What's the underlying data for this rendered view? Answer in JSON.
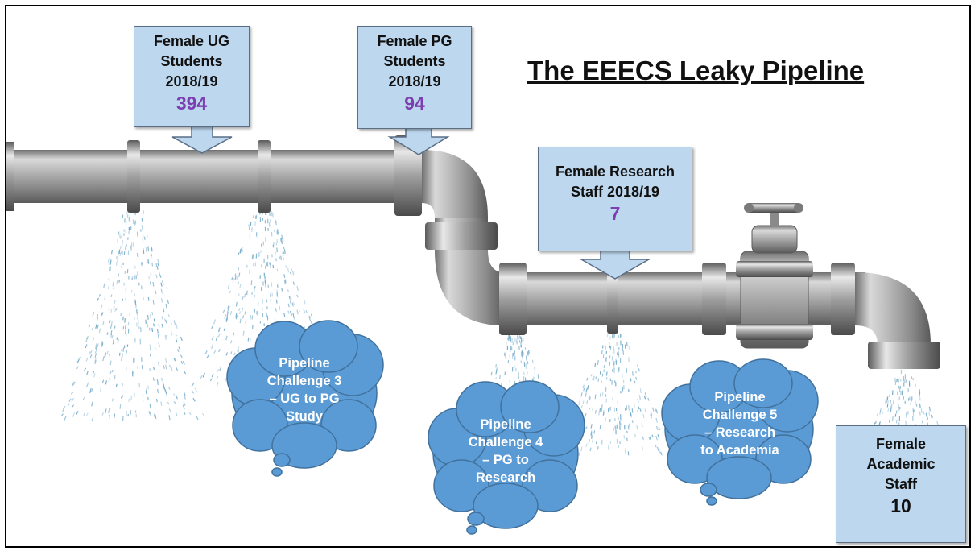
{
  "title": "The EEECS Leaky Pipeline",
  "stages": {
    "ug": {
      "line1": "Female UG",
      "line2": "Students",
      "line3": "2018/19",
      "value": "394"
    },
    "pg": {
      "line1": "Female PG",
      "line2": "Students",
      "line3": "2018/19",
      "value": "94"
    },
    "research": {
      "line1": "Female Research",
      "line2": "Staff 2018/19",
      "value": "7"
    },
    "academic": {
      "line1": "Female",
      "line2": "Academic",
      "line3": "Staff",
      "value": "10"
    }
  },
  "challenges": {
    "c3": {
      "line1": "Pipeline",
      "line2": "Challenge 3",
      "line3": "– UG to PG",
      "line4": "Study"
    },
    "c4": {
      "line1": "Pipeline",
      "line2": "Challenge 4",
      "line3": "– PG to",
      "line4": "Research"
    },
    "c5": {
      "line1": "Pipeline",
      "line2": "Challenge 5",
      "line3": "– Research",
      "line4": "to Academia"
    }
  },
  "colors": {
    "box_fill": "#bdd7ee",
    "value_purple": "#7b3fb0",
    "cloud_blue": "#5b9bd5",
    "pipe_grey": "#a8a8a8",
    "water_blue": "#6fa8c8"
  }
}
